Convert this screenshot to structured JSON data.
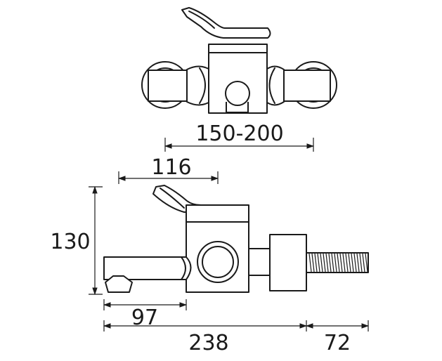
{
  "dimensions": {
    "wall_centres": "150-200",
    "handle_offset": "116",
    "height": "130",
    "spout_length": "97",
    "body_length": "238",
    "thread_length": "72"
  },
  "colors": {
    "line": "#1a1a1a",
    "background": "#ffffff"
  }
}
